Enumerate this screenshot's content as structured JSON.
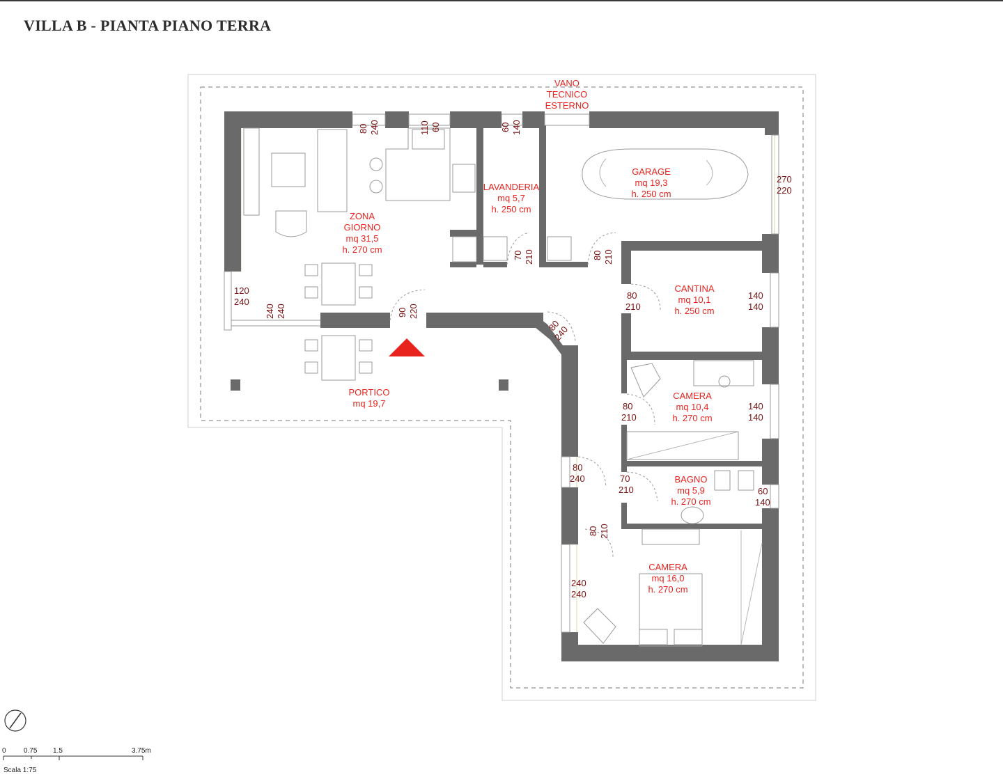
{
  "title": "VILLA B - PIANTA PIANO TERRA",
  "colors": {
    "label": "#e8231e",
    "dimension": "#7a1010",
    "wall": "#6a6a6a",
    "entrance": "#e8231e"
  },
  "rooms": {
    "vano": {
      "line1": "VANO",
      "line2": "TECNICO",
      "line3": "ESTERNO"
    },
    "zona_giorno": {
      "line1": "ZONA",
      "line2": "GIORNO",
      "area": "mq 31,5",
      "height": "h. 270 cm"
    },
    "lavanderia": {
      "name": "LAVANDERIA",
      "area": "mq 5,7",
      "height": "h. 250 cm"
    },
    "garage": {
      "name": "GARAGE",
      "area": "mq 19,3",
      "height": "h. 250 cm"
    },
    "cantina": {
      "name": "CANTINA",
      "area": "mq 10,1",
      "height": "h. 250 cm"
    },
    "camera1": {
      "name": "CAMERA",
      "area": "mq 10,4",
      "height": "h. 270 cm"
    },
    "bagno": {
      "name": "BAGNO",
      "area": "mq 5,9",
      "height": "h. 270 cm"
    },
    "camera2": {
      "name": "CAMERA",
      "area": "mq 16,0",
      "height": "h. 270 cm"
    },
    "portico": {
      "name": "PORTICO",
      "area": "mq 19,7"
    }
  },
  "dimensions": {
    "w1_a": "80",
    "w1_b": "240",
    "w2_a": "110",
    "w2_b": "60",
    "w3_a": "60",
    "w3_b": "140",
    "garage_a": "270",
    "garage_b": "220",
    "lav_a": "70",
    "lav_b": "210",
    "gar_door_a": "80",
    "gar_door_b": "210",
    "zg_win_a": "120",
    "zg_win_b": "240",
    "zg_door_a": "240",
    "zg_door_b": "240",
    "entry_a": "90",
    "entry_b": "220",
    "diag_a": "80",
    "diag_b": "240",
    "cant_door_a": "80",
    "cant_door_b": "210",
    "cant_win_a": "140",
    "cant_win_b": "140",
    "cam_door_a": "80",
    "cam_door_b": "210",
    "cam_win_a": "140",
    "cam_win_b": "140",
    "corr_win_a": "80",
    "corr_win_b": "240",
    "bagno_door_a": "70",
    "bagno_door_b": "210",
    "bagno_win_a": "60",
    "bagno_win_b": "140",
    "corr_door_a": "80",
    "corr_door_b": "210",
    "cam2_win_a": "240",
    "cam2_win_b": "240"
  },
  "scale": {
    "t0": "0",
    "t1": "0.75",
    "t2": "1.5",
    "t3": "3.75m",
    "label": "Scala 1:75"
  }
}
